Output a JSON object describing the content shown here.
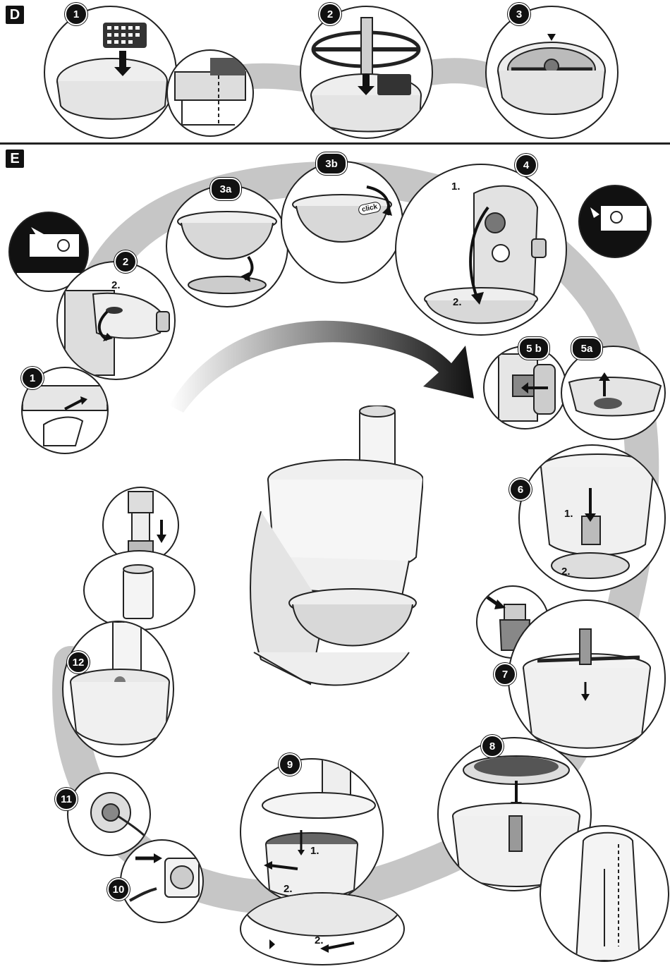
{
  "sections": {
    "d": {
      "label": "D",
      "steps": [
        "1",
        "2",
        "3"
      ]
    },
    "e": {
      "label": "E"
    }
  },
  "steps": {
    "s1": "1",
    "s2": "2",
    "s3a": "3a",
    "s3b": "3b",
    "s4": "4",
    "s5a": "5a",
    "s5b": "5 b",
    "s6": "6",
    "s7": "7",
    "s8": "8",
    "s9": "9",
    "s10": "10",
    "s11": "11",
    "s12": "12"
  },
  "annotations": {
    "s2_sub": "2.",
    "s4_sub1": "1.",
    "s4_sub2": "2.",
    "s3b_click": "click",
    "s6_sub1": "1.",
    "s6_sub2": "2.",
    "s9_sub1": "1.",
    "s9_sub2": "2.",
    "s9_sub3": "2."
  },
  "colors": {
    "ink": "#111111",
    "shadow_path": "#bdbdbd",
    "metal": "#d8d8d8"
  }
}
